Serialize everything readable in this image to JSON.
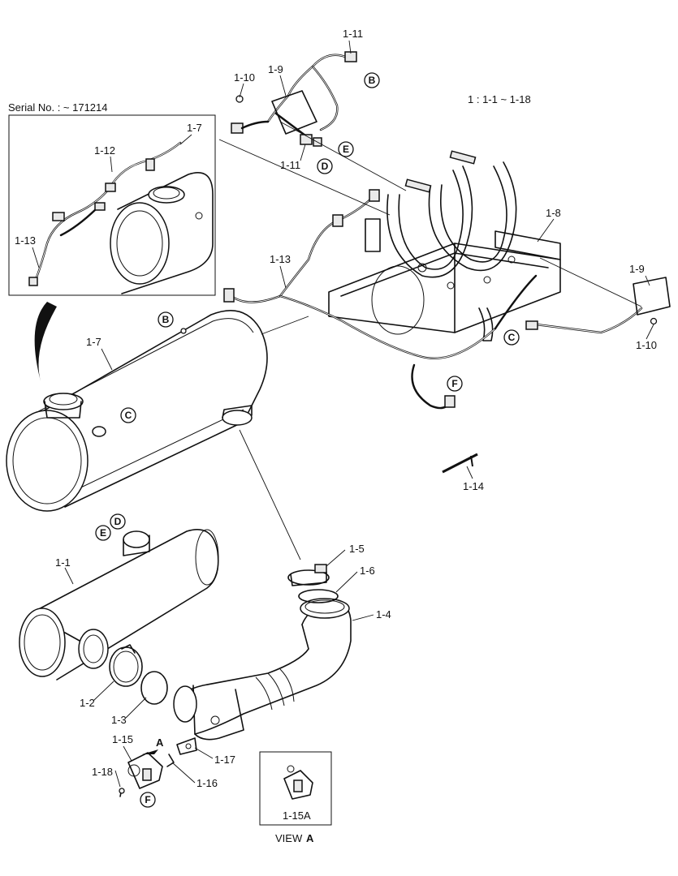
{
  "diagram": {
    "range_label": "1 : 1-1 ~ 1-18",
    "serial_label": "Serial No. : ~ 171214",
    "view_label_prefix": "VIEW",
    "view_label_letter": "A",
    "view_arrow_letter": "A",
    "view_box_label": "1-15A"
  },
  "parts": [
    {
      "id": "p1-11a",
      "text": "1-11"
    },
    {
      "id": "p1-10a",
      "text": "1-10"
    },
    {
      "id": "p1-9a",
      "text": "1-9"
    },
    {
      "id": "p1-11b",
      "text": "1-11"
    },
    {
      "id": "p1-8",
      "text": "1-8"
    },
    {
      "id": "p1-13",
      "text": "1-13"
    },
    {
      "id": "p1-9b",
      "text": "1-9"
    },
    {
      "id": "p1-10b",
      "text": "1-10"
    },
    {
      "id": "p1-7a",
      "text": "1-7"
    },
    {
      "id": "p1-12",
      "text": "1-12"
    },
    {
      "id": "p1-13i",
      "text": "1-13"
    },
    {
      "id": "p1-7b",
      "text": "1-7"
    },
    {
      "id": "p1-14",
      "text": "1-14"
    },
    {
      "id": "p1-5",
      "text": "1-5"
    },
    {
      "id": "p1-6",
      "text": "1-6"
    },
    {
      "id": "p1-1",
      "text": "1-1"
    },
    {
      "id": "p1-4",
      "text": "1-4"
    },
    {
      "id": "p1-2",
      "text": "1-2"
    },
    {
      "id": "p1-3",
      "text": "1-3"
    },
    {
      "id": "p1-15",
      "text": "1-15"
    },
    {
      "id": "p1-17",
      "text": "1-17"
    },
    {
      "id": "p1-18",
      "text": "1-18"
    },
    {
      "id": "p1-16",
      "text": "1-16"
    }
  ],
  "markers": {
    "B_top": "B",
    "E_top": "E",
    "D_top": "D",
    "C_right": "C",
    "F_right": "F",
    "B_body": "B",
    "C_body": "C",
    "D_low": "D",
    "E_low": "E",
    "F_low": "F"
  }
}
